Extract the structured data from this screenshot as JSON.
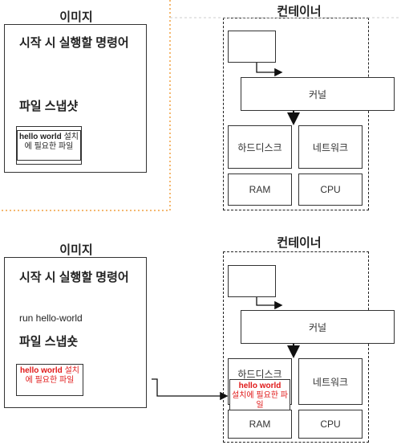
{
  "top": {
    "image_heading": "이미지",
    "container_heading": "컨테이너",
    "startup_command": "시작 시 실행할 명령어",
    "command_value": "",
    "snapshot_label": "파일 스냅샷",
    "file_bold": "hello world",
    "file_rest": " 설치에 필요한 파일",
    "kernel": "커널",
    "hard_disk": "하드디스크",
    "network": "네트워크",
    "ram": "RAM",
    "cpu": "CPU"
  },
  "bottom": {
    "image_heading": "이미지",
    "container_heading": "컨테이너",
    "startup_command": "시작 시 실행할 명령어",
    "command_value": "run hello-world",
    "snapshot_label": "파일 스냅숏",
    "file_bold": "hello world",
    "file_rest": " 설치에 필요한 파일",
    "kernel": "커널",
    "hard_disk": "하드디스크",
    "copied_file_bold": "hello world",
    "copied_file_rest": "설치에 필요한 파일",
    "network": "네트워크",
    "ram": "RAM",
    "cpu": "CPU"
  },
  "colors": {
    "highlight": "#e01818",
    "orange_divider": "#f0a040"
  }
}
